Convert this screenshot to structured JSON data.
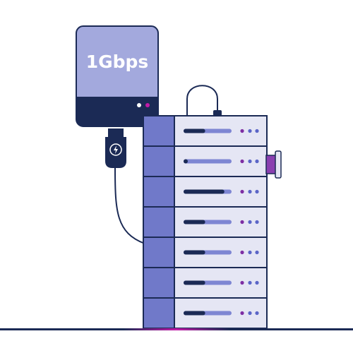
{
  "device": {
    "label": "1Gbps",
    "icon": "lightning-icon"
  },
  "colors": {
    "navy": "#1b2a55",
    "device_body": "#a3a9dd",
    "rack_front": "#7079c9",
    "rack_face": "#e5e6f4",
    "rack_bar_bg": "#7e86d3",
    "led_purple": "#7e2ea3",
    "led_blue": "#5b65c7",
    "usb_purple": "#8a3fb0",
    "floor_accent": "#c21aa8"
  },
  "rack": {
    "unit_count": 7,
    "fill_levels": [
      0.45,
      0.05,
      0.85,
      0.45,
      0.45,
      0.45,
      0.45
    ]
  }
}
